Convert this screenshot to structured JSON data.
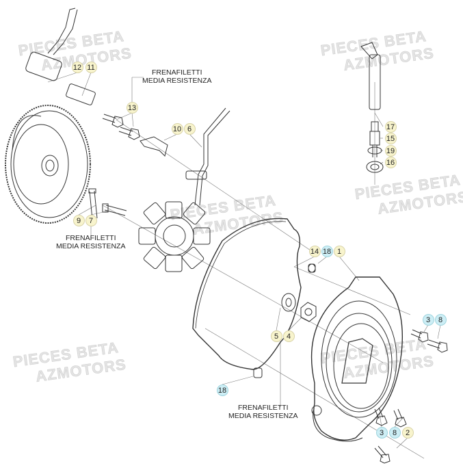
{
  "watermark": {
    "line1": "PIECES BETA",
    "line2": "AZMOTORS"
  },
  "notes": [
    {
      "line1": "FRENAFILETTI",
      "line2": "MEDIA RESISTENZA"
    },
    {
      "line1": "FRENAFILETTI",
      "line2": "MEDIA RESISTENZA"
    },
    {
      "line1": "FRENAFILETTI",
      "line2": "MEDIA RESISTENZA"
    }
  ],
  "colors": {
    "part_ref": "#f8f4cd",
    "part_ref_alt": "#cdeef5",
    "line": "#333333"
  },
  "callouts": [
    {
      "label": "12",
      "color": "yellow"
    },
    {
      "label": "11",
      "color": "yellow"
    },
    {
      "label": "13",
      "color": "yellow"
    },
    {
      "label": "10",
      "color": "yellow"
    },
    {
      "label": "6",
      "color": "yellow"
    },
    {
      "label": "17",
      "color": "yellow"
    },
    {
      "label": "15",
      "color": "yellow"
    },
    {
      "label": "19",
      "color": "yellow"
    },
    {
      "label": "16",
      "color": "yellow"
    },
    {
      "label": "9",
      "color": "yellow"
    },
    {
      "label": "7",
      "color": "yellow"
    },
    {
      "label": "14",
      "color": "yellow"
    },
    {
      "label": "18",
      "color": "blue"
    },
    {
      "label": "1",
      "color": "yellow"
    },
    {
      "label": "3",
      "color": "blue"
    },
    {
      "label": "8",
      "color": "blue"
    },
    {
      "label": "5",
      "color": "yellow"
    },
    {
      "label": "4",
      "color": "yellow"
    },
    {
      "label": "18",
      "color": "blue"
    },
    {
      "label": "3",
      "color": "blue"
    },
    {
      "label": "8",
      "color": "blue"
    },
    {
      "label": "2",
      "color": "yellow"
    }
  ]
}
